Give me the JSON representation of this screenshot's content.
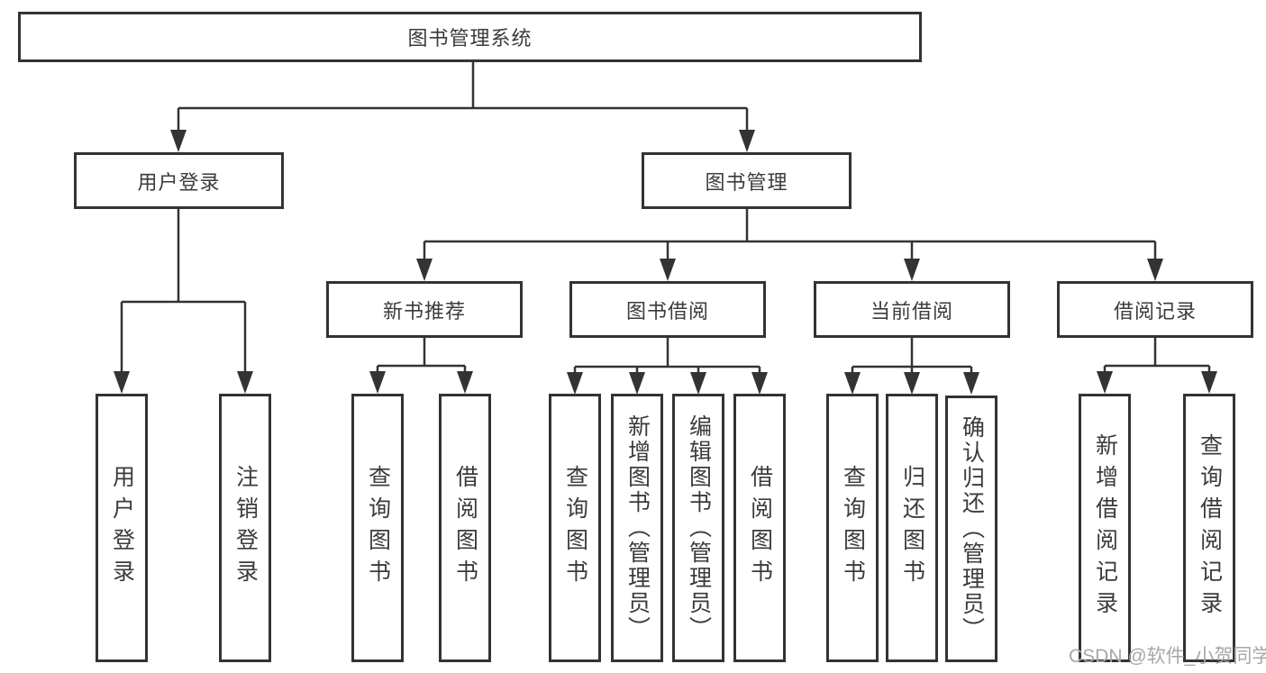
{
  "colors": {
    "line": "#333333",
    "text": "#3b3b3b",
    "background": "#ffffff",
    "watermark": "#a4a8ac"
  },
  "tree": {
    "root": "图书管理系统",
    "branches": [
      {
        "label": "用户登录",
        "leaves": [
          "用户登录",
          "注销登录"
        ]
      },
      {
        "label": "图书管理",
        "groups": [
          {
            "label": "新书推荐",
            "leaves": [
              "查询图书",
              "借阅图书"
            ]
          },
          {
            "label": "图书借阅",
            "leaves": [
              "查询图书",
              "新增图书（管理员）",
              "编辑图书（管理员）",
              "借阅图书"
            ]
          },
          {
            "label": "当前借阅",
            "leaves": [
              "查询图书",
              "归还图书",
              "确认归还（管理员）"
            ]
          },
          {
            "label": "借阅记录",
            "leaves": [
              "新增借阅记录",
              "查询借阅记录"
            ]
          }
        ]
      }
    ]
  },
  "watermark": {
    "text": "CSDN @软件_小贺同学"
  }
}
